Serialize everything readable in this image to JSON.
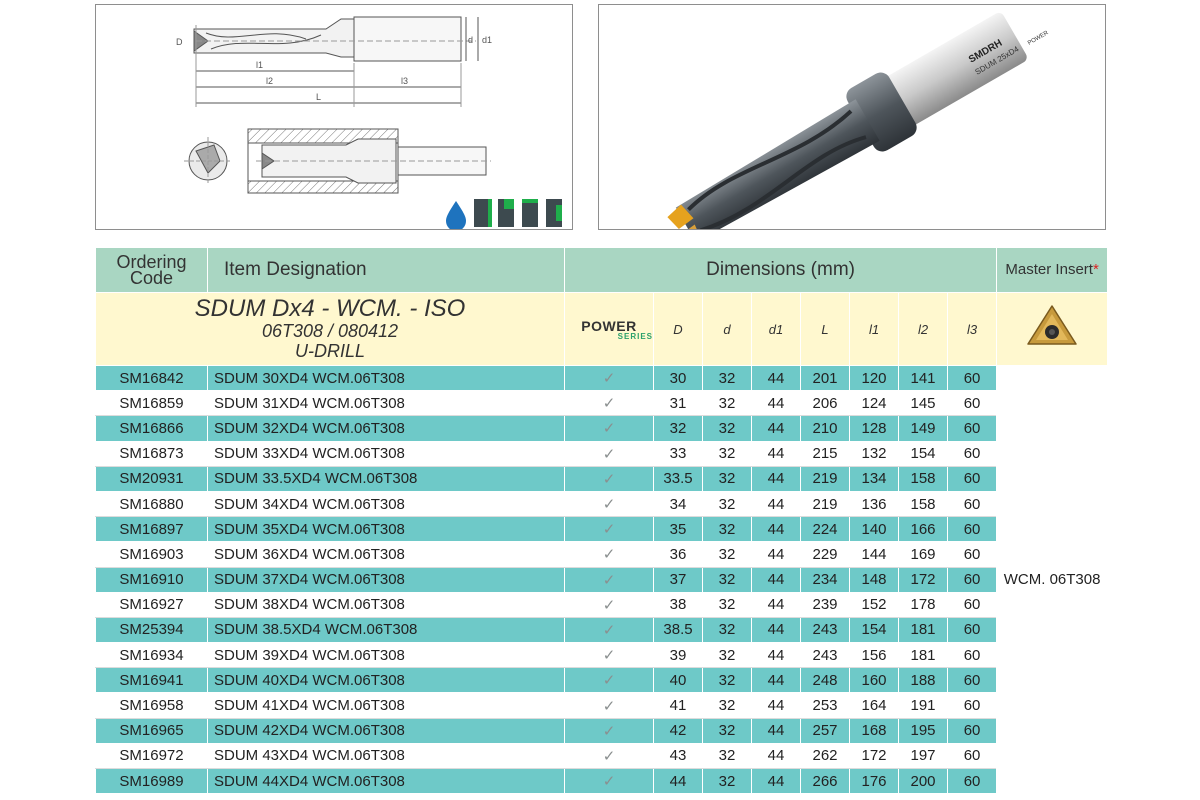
{
  "header": {
    "ordering_code": "Ordering Code",
    "item_designation": "Item Designation",
    "dimensions": "Dimensions (mm)",
    "master_insert": "Master Insert",
    "master_star": "*"
  },
  "subheader": {
    "title_line1": "SDUM Dx4 - WCM. - ISO",
    "title_line2": "06T308 / 080412",
    "title_line3": "U-DRILL",
    "power_logo": "POWER",
    "power_series": "SERIES",
    "cols": [
      "D",
      "d",
      "d1",
      "L",
      "l1",
      "l2",
      "l3"
    ]
  },
  "drawing": {
    "dim_labels": [
      "D",
      "d",
      "d1",
      "l1",
      "l2",
      "l3",
      "L"
    ],
    "icons": [
      "coolant-drop-icon",
      "material-block-icon",
      "material-block-icon",
      "material-block-icon",
      "material-block-icon"
    ]
  },
  "photo": {
    "shank_brand": "SMDRH",
    "shank_text": "SDUM 25xD4",
    "label": "POWER"
  },
  "master_insert_value": "WCM. 06T308",
  "check_mark": "✓",
  "rows": [
    {
      "code": "SM16842",
      "desig": "SDUM 30XD4 WCM.06T308",
      "D": "30",
      "d": "32",
      "d1": "44",
      "L": "201",
      "l1": "120",
      "l2": "141",
      "l3": "60"
    },
    {
      "code": "SM16859",
      "desig": "SDUM 31XD4 WCM.06T308",
      "D": "31",
      "d": "32",
      "d1": "44",
      "L": "206",
      "l1": "124",
      "l2": "145",
      "l3": "60"
    },
    {
      "code": "SM16866",
      "desig": "SDUM 32XD4 WCM.06T308",
      "D": "32",
      "d": "32",
      "d1": "44",
      "L": "210",
      "l1": "128",
      "l2": "149",
      "l3": "60"
    },
    {
      "code": "SM16873",
      "desig": "SDUM 33XD4 WCM.06T308",
      "D": "33",
      "d": "32",
      "d1": "44",
      "L": "215",
      "l1": "132",
      "l2": "154",
      "l3": "60"
    },
    {
      "code": "SM20931",
      "desig": "SDUM 33.5XD4 WCM.06T308",
      "D": "33.5",
      "d": "32",
      "d1": "44",
      "L": "219",
      "l1": "134",
      "l2": "158",
      "l3": "60"
    },
    {
      "code": "SM16880",
      "desig": "SDUM 34XD4 WCM.06T308",
      "D": "34",
      "d": "32",
      "d1": "44",
      "L": "219",
      "l1": "136",
      "l2": "158",
      "l3": "60"
    },
    {
      "code": "SM16897",
      "desig": "SDUM 35XD4 WCM.06T308",
      "D": "35",
      "d": "32",
      "d1": "44",
      "L": "224",
      "l1": "140",
      "l2": "166",
      "l3": "60"
    },
    {
      "code": "SM16903",
      "desig": "SDUM 36XD4 WCM.06T308",
      "D": "36",
      "d": "32",
      "d1": "44",
      "L": "229",
      "l1": "144",
      "l2": "169",
      "l3": "60"
    },
    {
      "code": "SM16910",
      "desig": "SDUM 37XD4 WCM.06T308",
      "D": "37",
      "d": "32",
      "d1": "44",
      "L": "234",
      "l1": "148",
      "l2": "172",
      "l3": "60"
    },
    {
      "code": "SM16927",
      "desig": "SDUM 38XD4 WCM.06T308",
      "D": "38",
      "d": "32",
      "d1": "44",
      "L": "239",
      "l1": "152",
      "l2": "178",
      "l3": "60"
    },
    {
      "code": "SM25394",
      "desig": "SDUM 38.5XD4 WCM.06T308",
      "D": "38.5",
      "d": "32",
      "d1": "44",
      "L": "243",
      "l1": "154",
      "l2": "181",
      "l3": "60"
    },
    {
      "code": "SM16934",
      "desig": "SDUM 39XD4 WCM.06T308",
      "D": "39",
      "d": "32",
      "d1": "44",
      "L": "243",
      "l1": "156",
      "l2": "181",
      "l3": "60"
    },
    {
      "code": "SM16941",
      "desig": "SDUM 40XD4 WCM.06T308",
      "D": "40",
      "d": "32",
      "d1": "44",
      "L": "248",
      "l1": "160",
      "l2": "188",
      "l3": "60"
    },
    {
      "code": "SM16958",
      "desig": "SDUM 41XD4 WCM.06T308",
      "D": "41",
      "d": "32",
      "d1": "44",
      "L": "253",
      "l1": "164",
      "l2": "191",
      "l3": "60"
    },
    {
      "code": "SM16965",
      "desig": "SDUM 42XD4 WCM.06T308",
      "D": "42",
      "d": "32",
      "d1": "44",
      "L": "257",
      "l1": "168",
      "l2": "195",
      "l3": "60"
    },
    {
      "code": "SM16972",
      "desig": "SDUM 43XD4 WCM.06T308",
      "D": "43",
      "d": "32",
      "d1": "44",
      "L": "262",
      "l1": "172",
      "l2": "197",
      "l3": "60"
    },
    {
      "code": "SM16989",
      "desig": "SDUM 44XD4 WCM.06T308",
      "D": "44",
      "d": "32",
      "d1": "44",
      "L": "266",
      "l1": "176",
      "l2": "200",
      "l3": "60"
    }
  ],
  "colors": {
    "header_bg": "#a9d6c2",
    "subheader_bg": "#fff8cf",
    "teal_row": "#6ec9c8",
    "white_row": "#ffffff"
  }
}
